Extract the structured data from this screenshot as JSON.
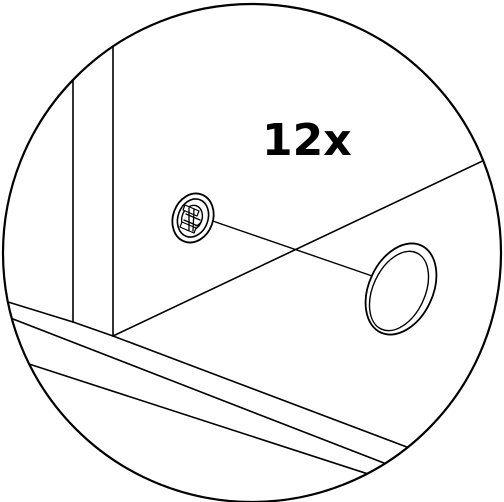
{
  "diagram": {
    "quantity_label": "12x",
    "colors": {
      "line": "#000000",
      "background": "#ffffff"
    },
    "parts": [
      {
        "name": "cam-lock-fitting",
        "icon": "cam-lock-icon"
      },
      {
        "name": "cover-cap",
        "icon": "round-cap-icon"
      }
    ]
  }
}
